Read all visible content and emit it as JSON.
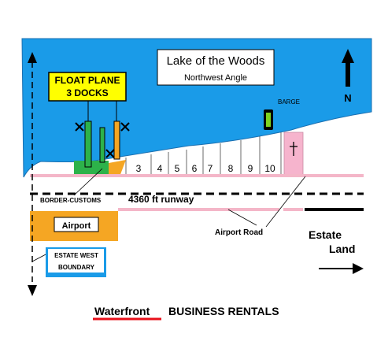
{
  "lake": {
    "title": "Lake of the Woods",
    "subtitle": "Northwest Angle",
    "color": "#1a9be8"
  },
  "north_label": "N",
  "barge_label": "BARGE",
  "float_plane": {
    "line1": "FLOAT PLANE",
    "line2": "3 DOCKS",
    "color": "#ffff00"
  },
  "lots": [
    "3",
    "4",
    "5",
    "6",
    "7",
    "8",
    "9",
    "10"
  ],
  "runway_label": "4360 ft runway",
  "border_customs_label": "BORDER-CUSTOMS",
  "airport_label": "Airport",
  "airport_road_label": "Airport Road",
  "estate_land": {
    "line1": "Estate",
    "line2": "Land"
  },
  "estate_west": {
    "line1": "ESTATE WEST",
    "line2": "BOUNDARY"
  },
  "footer": {
    "waterfront": "Waterfront",
    "business": "BUSINESS RENTALS"
  },
  "colors": {
    "road_pink": "#f4b6c8",
    "church_pink": "#f6b4cd",
    "airport_orange": "#f5a623",
    "customs_green": "#2db24a",
    "barge_green": "#7ed321",
    "underline_red": "#e8101a"
  }
}
